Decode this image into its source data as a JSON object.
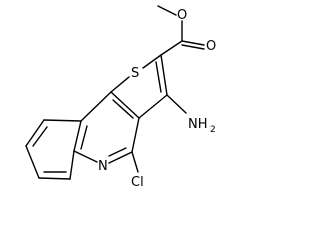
{
  "molecule": {
    "atoms": {
      "sulfur": "S",
      "oxygen_ester": "O",
      "oxygen_carbonyl": "O",
      "amino": "NH",
      "amino_subscript": "2",
      "nitrogen_ring": "N",
      "chlorine": "Cl"
    },
    "colors": {
      "bond": "#000000",
      "text": "#000000",
      "background": "#ffffff"
    }
  }
}
